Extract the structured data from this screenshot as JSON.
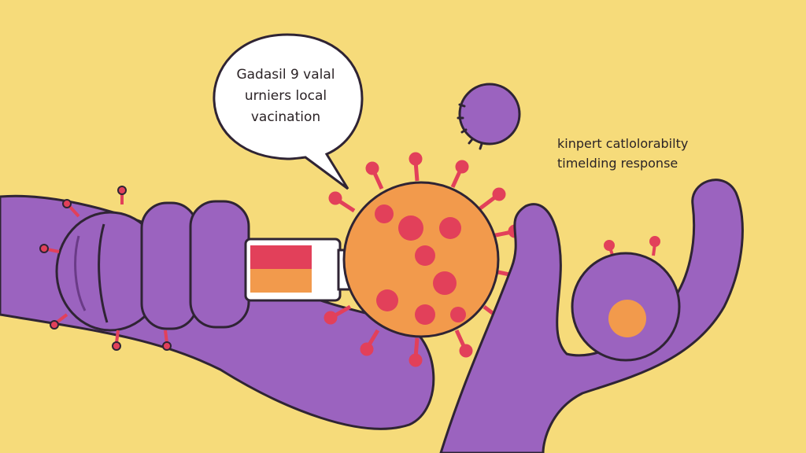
{
  "colors": {
    "background": "#f6db7a",
    "purple": "#9b63bf",
    "purple_dark": "#6a3b87",
    "virus": "#f29a4c",
    "spots": "#e2405a",
    "outline": "#2f2434",
    "bubble": "#ffffff"
  },
  "speech_bubble": {
    "lines": [
      "Gadasil 9 valal",
      "urniers local",
      "vacination"
    ]
  },
  "caption": {
    "lines": [
      "kinpert catlolorabilty",
      "timelding response"
    ]
  }
}
